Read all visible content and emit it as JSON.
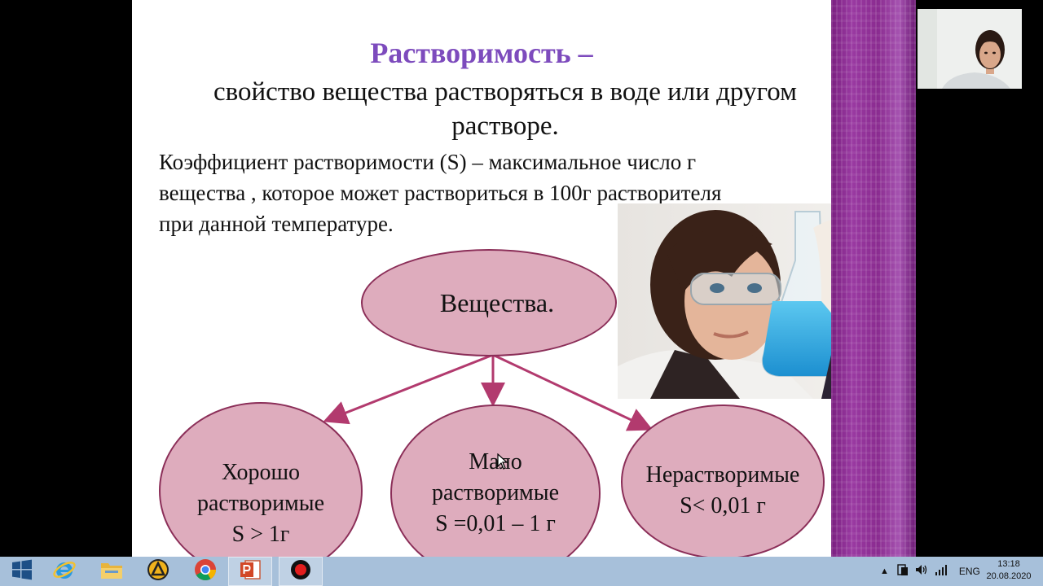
{
  "slide": {
    "title": "Растворимость –",
    "subtitle_line1": "свойство вещества растворяться в воде или другом",
    "subtitle_line2": "растворе.",
    "paragraph_line1": "Коэффициент растворимости (S) – максимальное число г",
    "paragraph_line2": "вещества , которое может раствориться в 100г растворителя",
    "paragraph_line3": "при данной температуре.",
    "diagram": {
      "root": "Вещества.",
      "left_line1": "Хорошо",
      "left_line2": "растворимые",
      "left_line3": "S > 1г",
      "middle_line1": "Мало",
      "middle_line2": "растворимые",
      "middle_line3": "S =0,01 – 1 г",
      "right_line1": "Нерастворимые",
      "right_line2": "S< 0,01 г"
    },
    "colors": {
      "title": "#7d4bbd",
      "ellipse_fill": "#deacbd",
      "ellipse_border": "#8b2e58",
      "arrow": "#b23a6e",
      "side_band": "#8a2b90"
    }
  },
  "taskbar": {
    "icons": [
      "windows-start-icon",
      "internet-explorer-icon",
      "file-explorer-icon",
      "ammyy-admin-icon",
      "chrome-icon",
      "powerpoint-icon",
      "record-icon"
    ],
    "tray_language": "ENG",
    "clock_time": "13:18",
    "clock_date": "20.08.2020"
  }
}
